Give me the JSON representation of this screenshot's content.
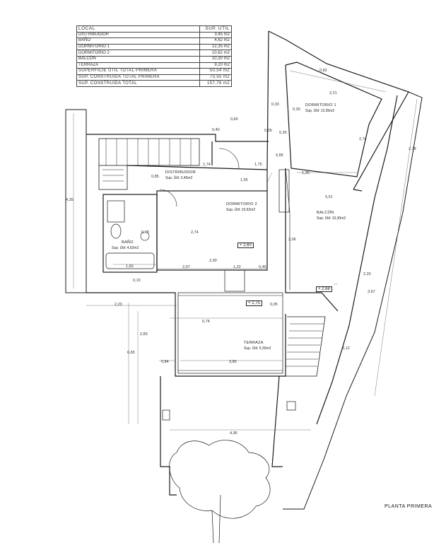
{
  "areas_table": {
    "header": {
      "name": "LOCAL",
      "value": "SUP. ÚTIL"
    },
    "rows": [
      {
        "name": "DISTRIBUIDOR",
        "value": "3,45 m2"
      },
      {
        "name": "BAÑO",
        "value": "4,62 m2"
      },
      {
        "name": "DORMITORIO 1",
        "value": "12,35 m2"
      },
      {
        "name": "DORMITORIO 2",
        "value": "10,62 m2"
      },
      {
        "name": "BALCÓN",
        "value": "10,30 m2"
      },
      {
        "name": "TERRAZA",
        "value": "9,20 m2"
      }
    ],
    "totals": [
      {
        "name": "SUPERFICIE ÚTIL TOTAL PRIMERA",
        "value": "50,54 m2"
      },
      {
        "name": "SUP. CONSTRUIDA TOTAL PRIMERA",
        "value": "73,55 m2"
      },
      {
        "name": "SUP. CONSTRUIDA TOTAL",
        "value": "157,76 m2"
      }
    ]
  },
  "rooms": {
    "distribuidor": {
      "name": "DISTRIBUIDOR",
      "area": "Sup. Útil: 3,45m2"
    },
    "dormitorio1": {
      "name": "DORMITORIO 1",
      "area": "Sup. Útil: 12,35m2"
    },
    "dormitorio2": {
      "name": "DORMITORIO 2",
      "area": "Sup. Útil: 10,62m2"
    },
    "banyo": {
      "name": "BAÑO",
      "area": "Sup. Útil: 4,62m2"
    },
    "balcon": {
      "name": "BALCÓN",
      "area": "Sup. Útil: 10,30m2"
    },
    "terraza": {
      "name": "TERRAZA",
      "area": "Sup. Útil: 9,20m2"
    }
  },
  "levels": {
    "dorm2": "+ 2,60",
    "balcon": "+ 2,68",
    "terraza": "+ 2,75"
  },
  "dimensions": {
    "d_0_82": "0,82",
    "d_2_21": "2,21",
    "d_0_33": "0,33",
    "d_0_30a": "0,30",
    "d_0_60": "0,60",
    "d_0_40": "0,40",
    "d_0_35": "0,35",
    "d_0_30b": "0,30",
    "d_2_74a": "2,74",
    "d_2_78": "2,78",
    "d_0_85a": "0,85",
    "d_1_74": "1,74",
    "d_1_75": "1,75",
    "d_1_35": "1,35",
    "d_0_85b": "0,85",
    "d_1_55": "1,55",
    "d_5_61": "5,61",
    "d_4_35": "4,35",
    "d_2_74b": "2,74",
    "d_0_78": "0,78",
    "d_3_06": "3,06",
    "d_1_60": "1,60",
    "d_2_07": "2,07",
    "d_2_30": "2,30",
    "d_1_22": "1,22",
    "d_0_45": "0,45",
    "d_0_10": "0,10",
    "d_2_23": "2,23",
    "d_0_05": "0,05",
    "d_2_20": "2,20",
    "d_3_67": "3,67",
    "d_6_74": "6,74",
    "d_2_83": "2,83",
    "d_6_65": "6,65",
    "d_0_84": "0,84",
    "d_3_85": "3,85",
    "d_3_12": "3,12",
    "d_4_96": "4,96"
  },
  "sheet_title": "PLANTA PRIMERA"
}
